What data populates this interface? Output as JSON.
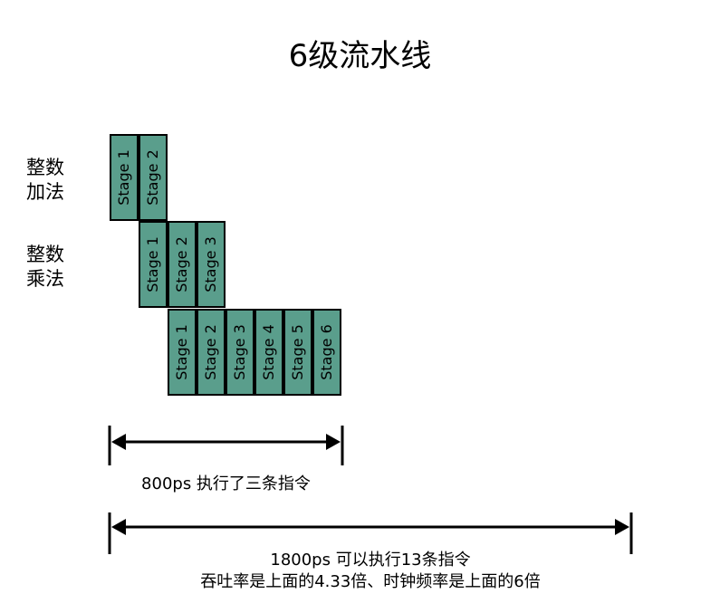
{
  "title": "6级流水线",
  "rows": [
    {
      "label_line1": "整数",
      "label_line2": "加法",
      "stages": [
        "Stage 1",
        "Stage 2"
      ]
    },
    {
      "label_line1": "整数",
      "label_line2": "乘法",
      "stages": [
        "Stage 1",
        "Stage 2",
        "Stage 3"
      ]
    },
    {
      "stages": [
        "Stage 1",
        "Stage 2",
        "Stage 3",
        "Stage 4",
        "Stage 5",
        "Stage 6"
      ]
    }
  ],
  "arrow_short_caption": "800ps 执行了三条指令",
  "arrow_long_caption_line1": "1800ps 可以执行13条指令",
  "arrow_long_caption_line2": "吞吐率是上面的4.33倍、时钟频率是上面的6倍",
  "colors": {
    "stage_fill": "#5a9e8c",
    "stage_border": "#000000"
  }
}
